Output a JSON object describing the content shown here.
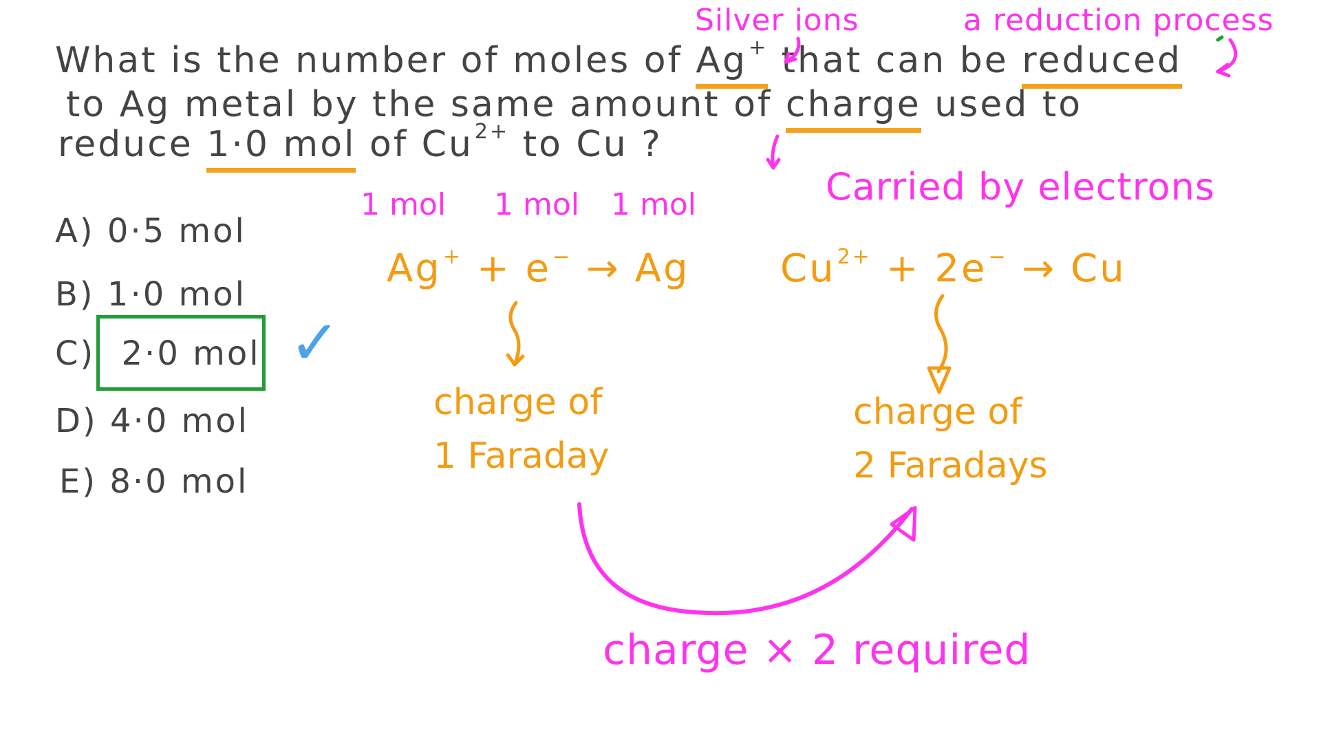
{
  "question": {
    "line1_a": "What is the number of moles of",
    "line1_species": "Ag",
    "line1_species_charge": "+",
    "line1_b": "that can be",
    "line1_reduced": "reduced",
    "line2_a": "to Ag metal by the same amount of",
    "line2_charge": "charge",
    "line2_b": "used to",
    "line3_a": "reduce",
    "line3_amount": "1·0 mol",
    "line3_b": "of Cu",
    "line3_charge": "2+",
    "line3_c": "to Cu ?"
  },
  "annotations": {
    "silver_ions": "Silver ions",
    "reduction_process": "a reduction process",
    "carried_by_electrons": "Carried by electrons",
    "charge_x2": "charge × 2 required"
  },
  "choices": [
    {
      "letter": "A)",
      "value": "0·5 mol",
      "correct": false
    },
    {
      "letter": "B)",
      "value": "1·0 mol",
      "correct": false
    },
    {
      "letter": "C)",
      "value": "2·0 mol",
      "correct": true
    },
    {
      "letter": "D)",
      "value": "4·0 mol",
      "correct": false
    },
    {
      "letter": "E)",
      "value": "8·0 mol",
      "correct": false
    }
  ],
  "check_mark": "✓",
  "silver_equation": {
    "moles": [
      "1 mol",
      "1 mol",
      "1 mol"
    ],
    "reactant1": "Ag",
    "reactant1_charge": "+",
    "plus": "+",
    "reactant2": "e",
    "reactant2_charge": "−",
    "arrow": "→",
    "product": "Ag",
    "result_line1": "charge of",
    "result_line2": "1 Faraday"
  },
  "copper_equation": {
    "reactant1": "Cu",
    "reactant1_charge": "2+",
    "plus": "+",
    "reactant2": "2e",
    "reactant2_charge": "−",
    "arrow": "→",
    "product": "Cu",
    "result_line1": "charge of",
    "result_line2": "2 Faradays"
  },
  "colors": {
    "ink": "#444444",
    "highlight_orange": "#f39c12",
    "annotation_pink": "#ff33ee",
    "answer_box_green": "#1f9e36",
    "check_blue": "#4da3e8"
  }
}
